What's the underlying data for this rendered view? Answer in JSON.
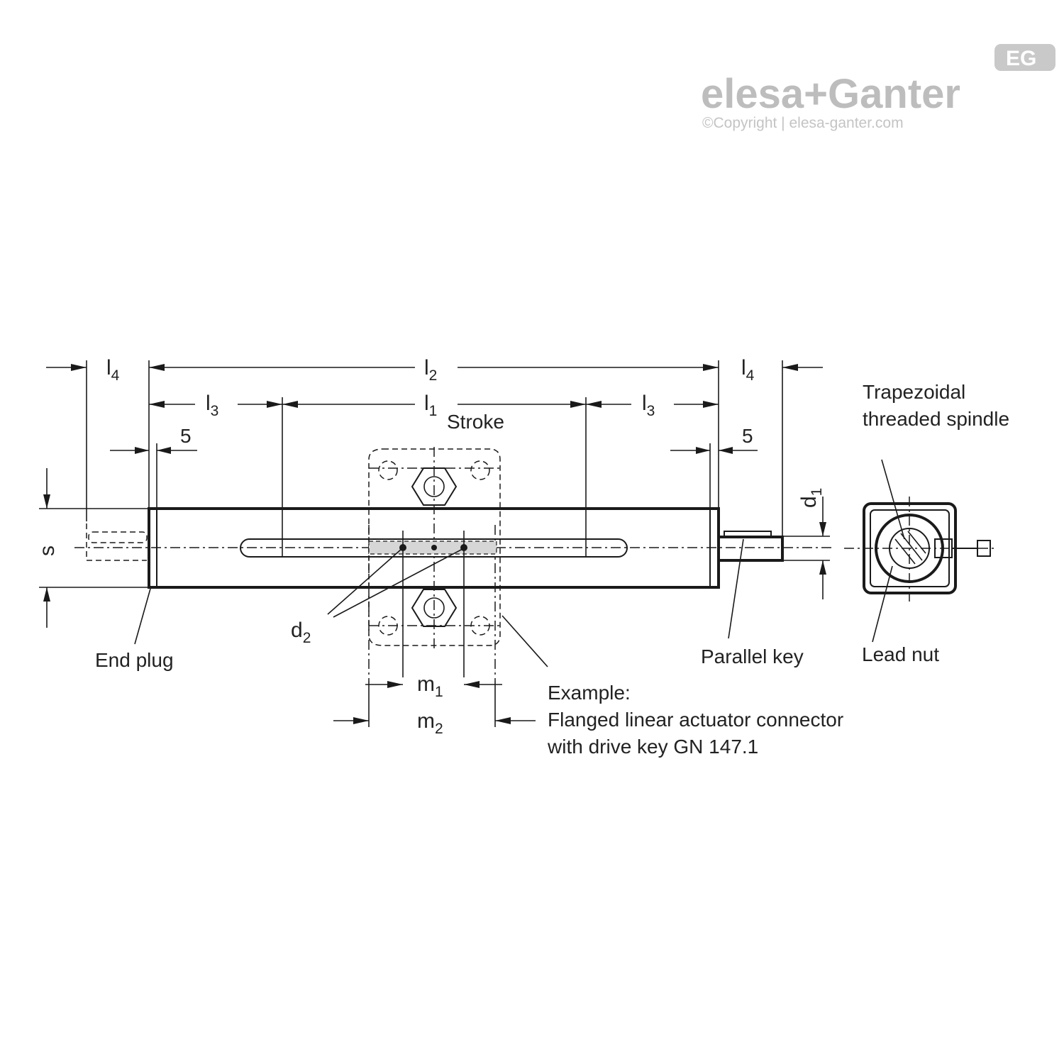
{
  "brand": {
    "logo_text": "elesa+Ganter",
    "copyright": "©Copyright | elesa-ganter.com",
    "badge": "EG"
  },
  "dimensions": {
    "l4": {
      "base": "l",
      "sub": "4"
    },
    "l2": {
      "base": "l",
      "sub": "2"
    },
    "l3": {
      "base": "l",
      "sub": "3"
    },
    "l1": {
      "base": "l",
      "sub": "1"
    },
    "d1": {
      "base": "d",
      "sub": "1"
    },
    "d2": {
      "base": "d",
      "sub": "2"
    },
    "m1": {
      "base": "m",
      "sub": "1"
    },
    "m2": {
      "base": "m",
      "sub": "2"
    },
    "s": "s",
    "five": "5"
  },
  "labels": {
    "stroke": "Stroke",
    "spindle_line1": "Trapezoidal",
    "spindle_line2": "threaded spindle",
    "end_plug": "End plug",
    "parallel_key": "Parallel key",
    "lead_nut": "Lead nut",
    "example_line1": "Example:",
    "example_line2": "Flanged linear actuator connector",
    "example_line3": "with drive key GN 147.1"
  }
}
